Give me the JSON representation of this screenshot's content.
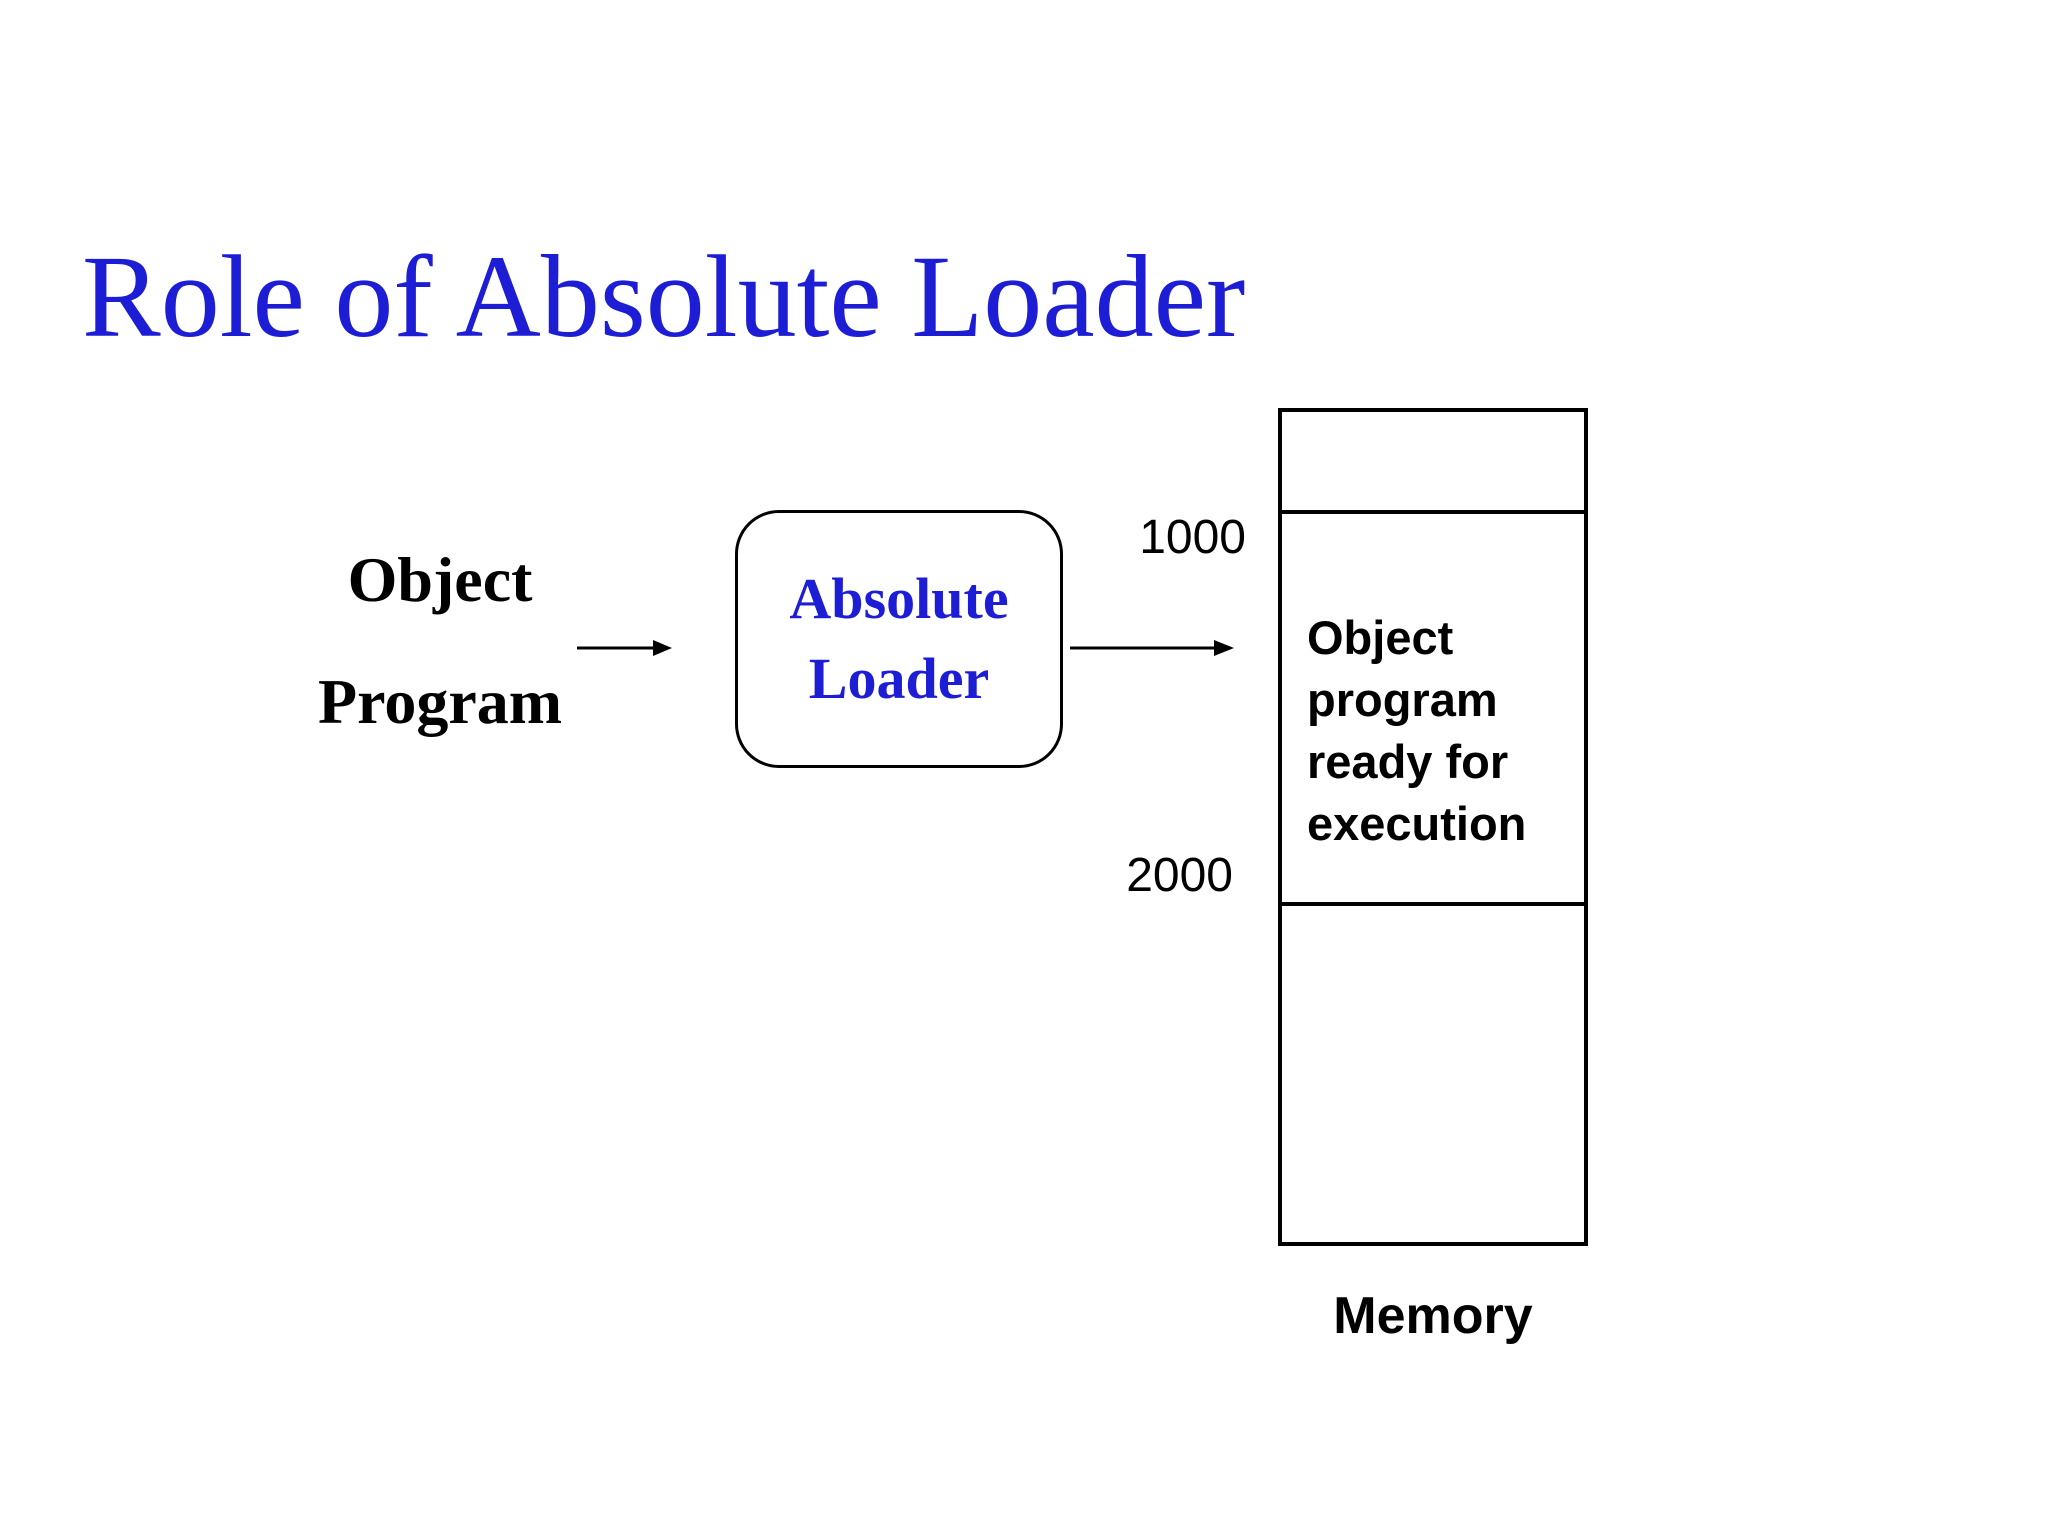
{
  "slide": {
    "title": "Role of Absolute Loader",
    "colors": {
      "background": "#ffffff",
      "accent_blue": "#1d1dd6",
      "line_black": "#000000"
    }
  },
  "flow": {
    "source": {
      "line1": "Object",
      "line2": "Program"
    },
    "loader": {
      "line1": "Absolute",
      "line2": "Loader"
    },
    "icons": {
      "input_arrow": "right-arrow",
      "output_arrow": "right-arrow"
    }
  },
  "memory": {
    "address_top": "1000",
    "address_bottom": "2000",
    "content": {
      "line1": "Object",
      "line2": "program",
      "line3": "ready for",
      "line4": "execution"
    },
    "caption": "Memory"
  }
}
